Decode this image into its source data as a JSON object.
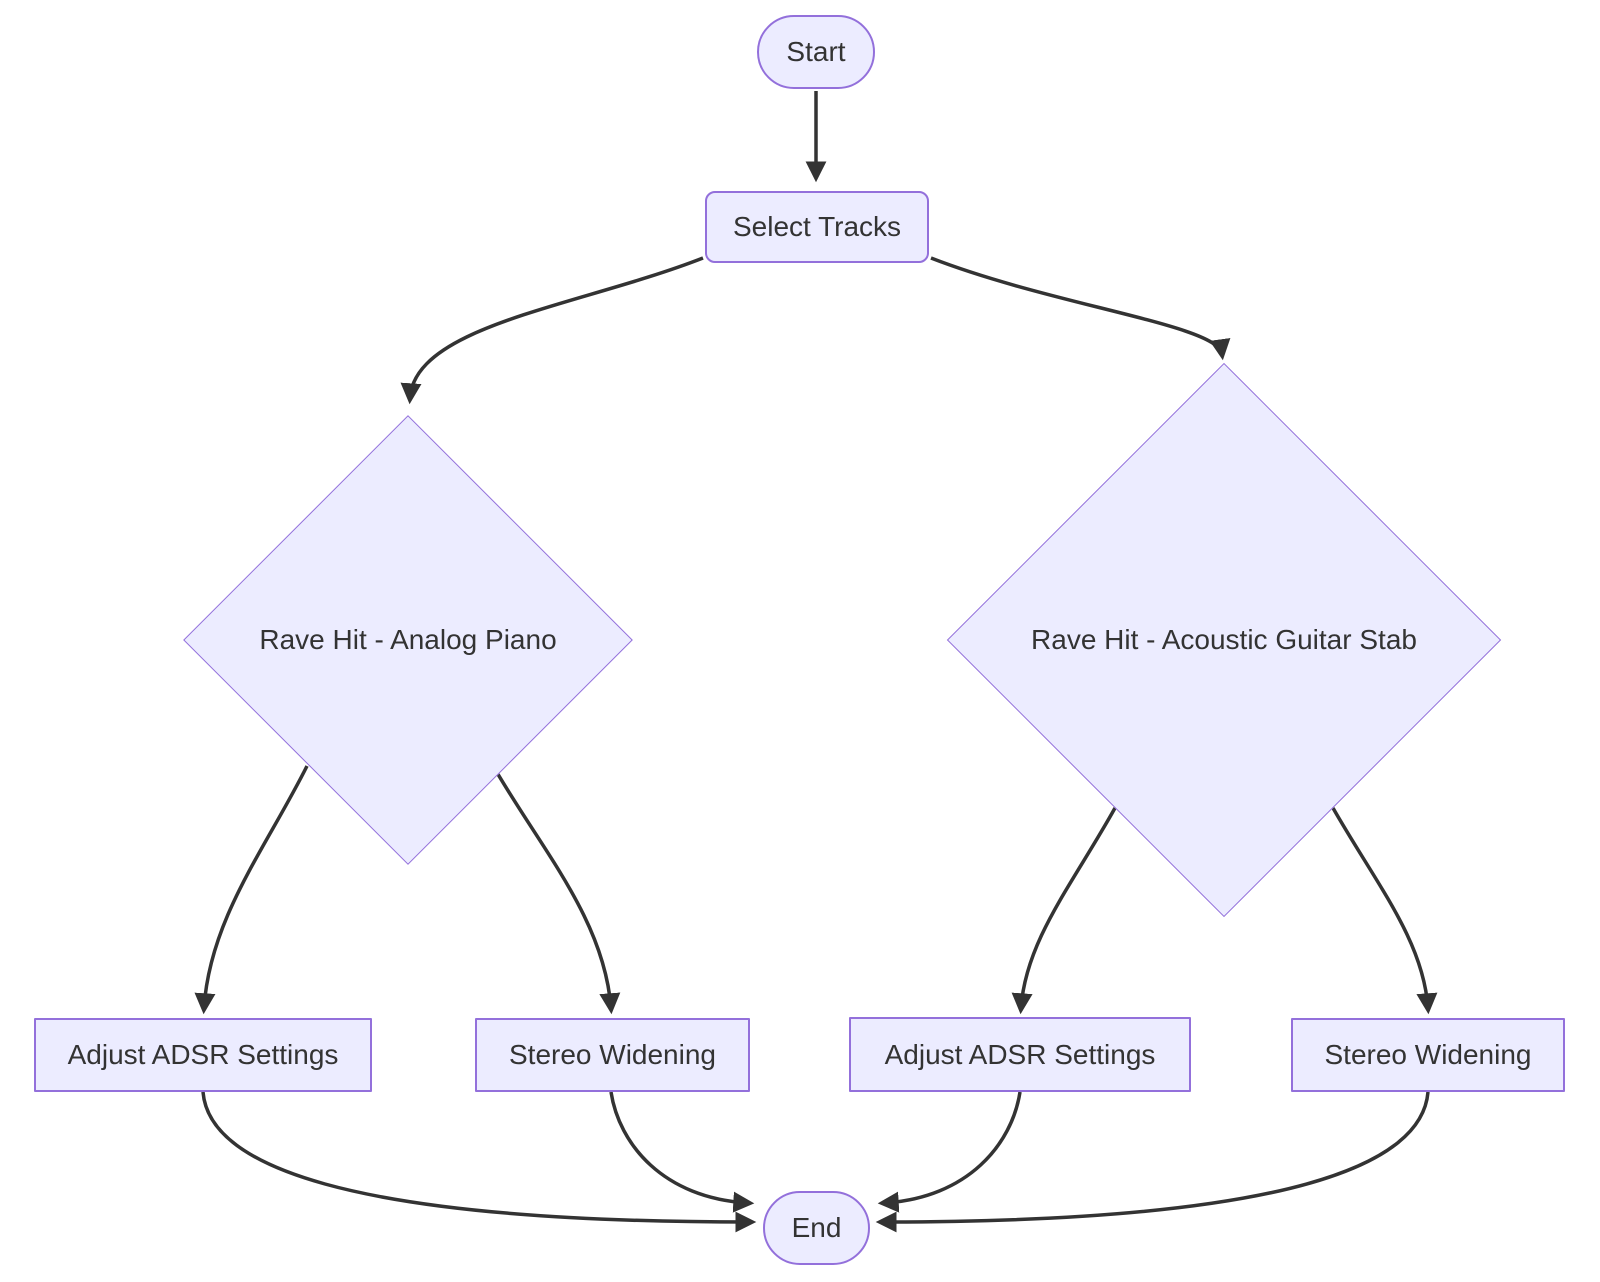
{
  "diagram": {
    "type": "flowchart",
    "direction": "top-down",
    "colors": {
      "background": "#ffffff",
      "node_fill": "#ECECFF",
      "node_border": "#9370DB",
      "edge_stroke": "#333333",
      "text": "#333333"
    },
    "nodes": {
      "start": {
        "label": "Start",
        "shape": "stadium"
      },
      "select_tracks": {
        "label": "Select Tracks",
        "shape": "rounded-rect"
      },
      "decision_analog_piano": {
        "label": "Rave Hit - Analog Piano",
        "shape": "diamond"
      },
      "decision_acoustic_guitar": {
        "label": "Rave Hit - Acoustic Guitar Stab",
        "shape": "diamond"
      },
      "adjust_adsr_left": {
        "label": "Adjust ADSR Settings",
        "shape": "rect"
      },
      "stereo_widening_left": {
        "label": "Stereo Widening",
        "shape": "rect"
      },
      "adjust_adsr_right": {
        "label": "Adjust ADSR Settings",
        "shape": "rect"
      },
      "stereo_widening_right": {
        "label": "Stereo Widening",
        "shape": "rect"
      },
      "end": {
        "label": "End",
        "shape": "stadium"
      }
    },
    "edges": [
      {
        "from": "start",
        "to": "select_tracks"
      },
      {
        "from": "select_tracks",
        "to": "decision_analog_piano"
      },
      {
        "from": "select_tracks",
        "to": "decision_acoustic_guitar"
      },
      {
        "from": "decision_analog_piano",
        "to": "adjust_adsr_left"
      },
      {
        "from": "decision_analog_piano",
        "to": "stereo_widening_left"
      },
      {
        "from": "decision_acoustic_guitar",
        "to": "adjust_adsr_right"
      },
      {
        "from": "decision_acoustic_guitar",
        "to": "stereo_widening_right"
      },
      {
        "from": "adjust_adsr_left",
        "to": "end"
      },
      {
        "from": "stereo_widening_left",
        "to": "end"
      },
      {
        "from": "adjust_adsr_right",
        "to": "end"
      },
      {
        "from": "stereo_widening_right",
        "to": "end"
      }
    ]
  }
}
